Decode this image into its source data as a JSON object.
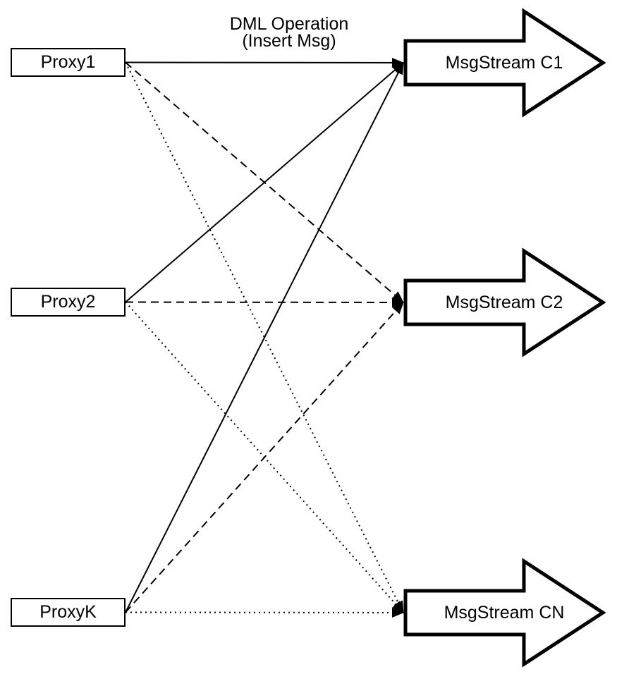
{
  "diagram": {
    "background_color": "#ffffff",
    "stroke_color": "#000000",
    "shape_fill_color": "#ffffff",
    "title": {
      "line1": "DML Operation",
      "line2": "(Insert Msg)"
    },
    "proxies": [
      {
        "label": "Proxy1"
      },
      {
        "label": "Proxy2"
      },
      {
        "label": "ProxyK"
      }
    ],
    "streams": [
      {
        "label": "MsgStream C1"
      },
      {
        "label": "MsgStream C2"
      },
      {
        "label": "MsgStream CN"
      }
    ],
    "edges": [
      {
        "from": "Proxy1",
        "to": "MsgStream C1",
        "style": "solid"
      },
      {
        "from": "Proxy2",
        "to": "MsgStream C1",
        "style": "solid"
      },
      {
        "from": "ProxyK",
        "to": "MsgStream C1",
        "style": "solid"
      },
      {
        "from": "Proxy1",
        "to": "MsgStream C2",
        "style": "dashed"
      },
      {
        "from": "Proxy2",
        "to": "MsgStream C2",
        "style": "dashed"
      },
      {
        "from": "ProxyK",
        "to": "MsgStream C2",
        "style": "dashed"
      },
      {
        "from": "Proxy1",
        "to": "MsgStream CN",
        "style": "dotted"
      },
      {
        "from": "Proxy2",
        "to": "MsgStream CN",
        "style": "dotted"
      },
      {
        "from": "ProxyK",
        "to": "MsgStream CN",
        "style": "dotted"
      }
    ]
  }
}
